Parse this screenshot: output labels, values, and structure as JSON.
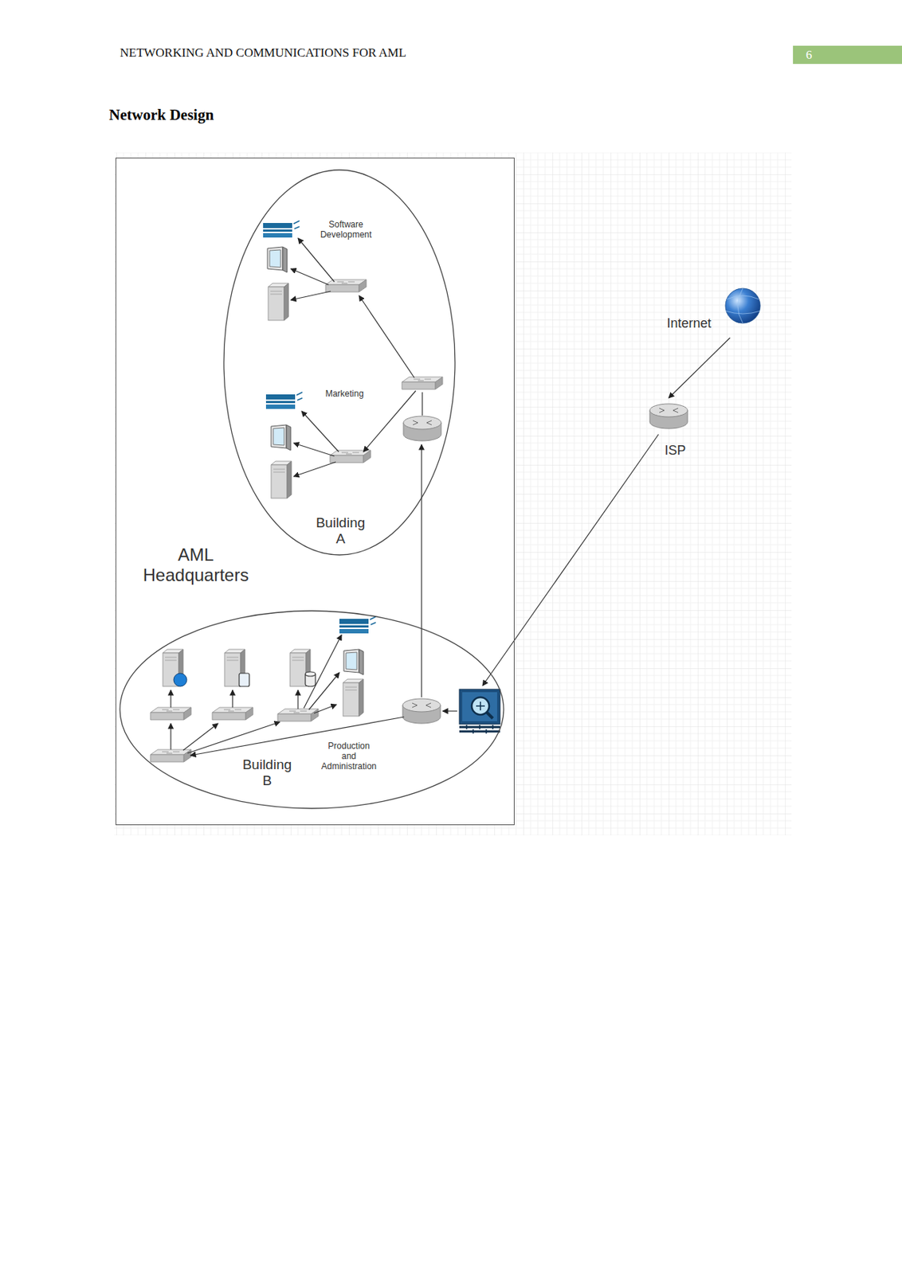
{
  "diagram": {
    "title": "Network Design",
    "nodes": [
      {
        "text": [
          "AML Headquarters"
        ]
      },
      {
        "text": [
          "Building A"
        ],
        "in": 0
      },
      {
        "text": [
          "Building B"
        ],
        "in": 0
      },
      {
        "text": [
          "Internet"
        ]
      },
      {
        "text": [
          "ISP"
        ]
      }
    ],
    "edges": [
      {
        "from": 3,
        "to": 4,
        "arrow": "to"
      }
    ],
    "labels": [
      "NETWORKING AND COMMUNICATIONS FOR AML",
      "6",
      "Software Development",
      "Marketing",
      "Production and Administration"
    ]
  }
}
